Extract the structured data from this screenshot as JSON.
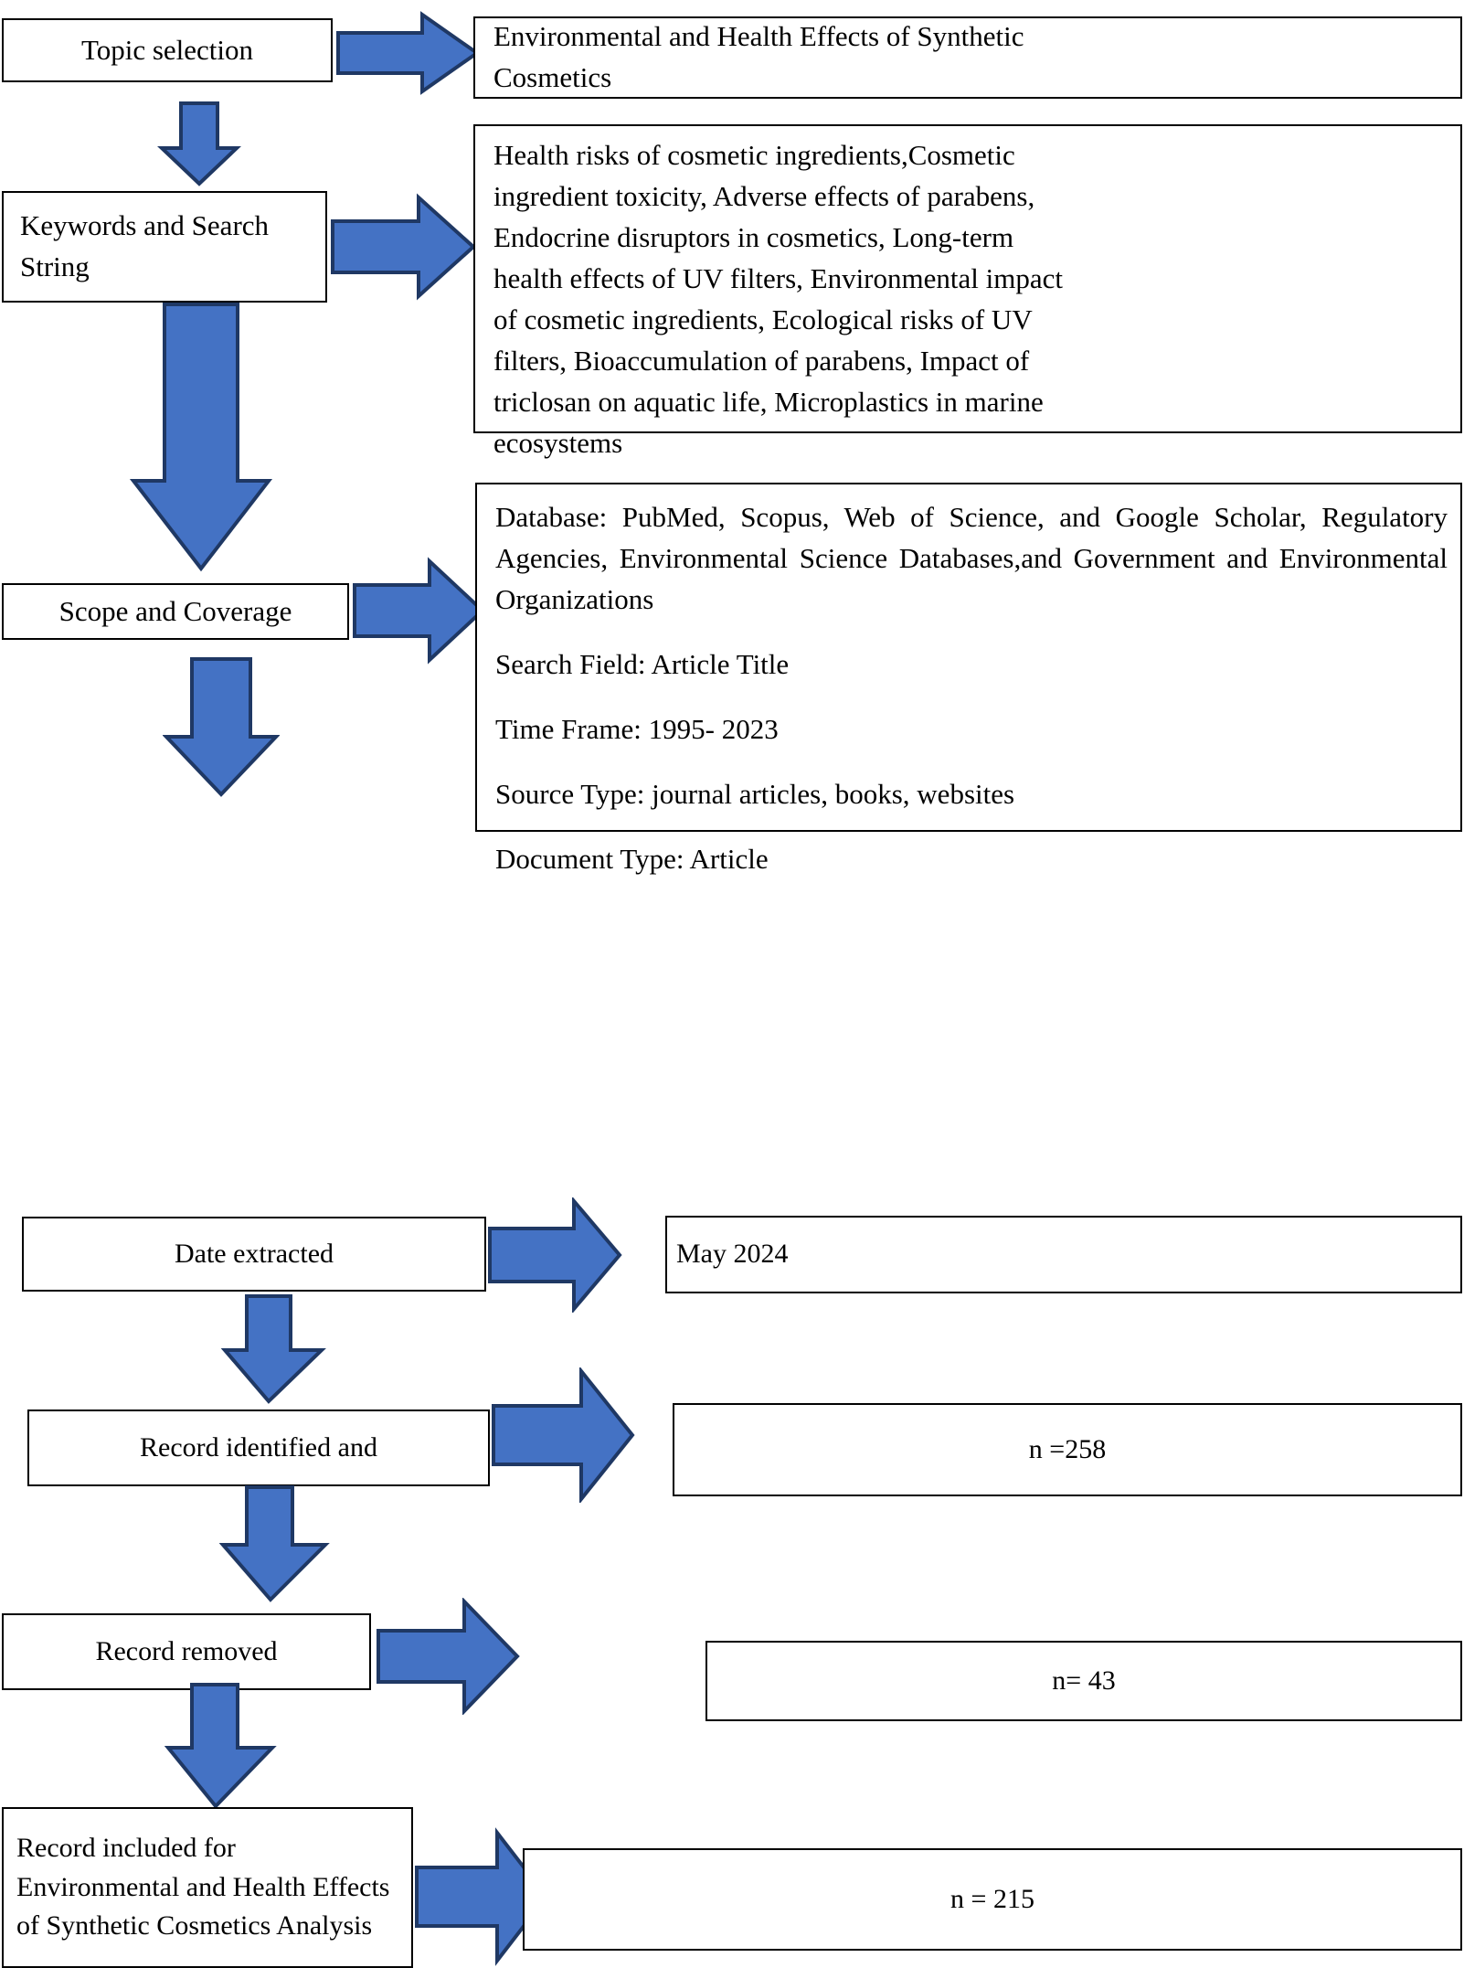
{
  "diagram": {
    "title": "PRISMA-style literature search flow diagram",
    "colors": {
      "arrow_fill": "#4472C4",
      "arrow_stroke": "#1F3864",
      "box_border": "#000000",
      "box_background": "#FFFFFF",
      "text": "#000000"
    },
    "steps": [
      {
        "id": "topic-selection",
        "label": "Topic selection",
        "result_lines": [
          "Environmental and Health Effects of Synthetic",
          "Cosmetics"
        ]
      },
      {
        "id": "keywords-and-search-string",
        "label_lines": [
          "Keywords and  Search",
          "String"
        ],
        "result_lines": [
          "Health risks of cosmetic ingredients,Cosmetic",
          "ingredient toxicity, Adverse effects of parabens,",
          "Endocrine disruptors in cosmetics, Long-term",
          "health effects of UV filters, Environmental impact",
          "of cosmetic ingredients, Ecological risks of UV",
          "filters, Bioaccumulation of parabens, Impact of",
          "triclosan on aquatic life, Microplastics in marine",
          "ecosystems"
        ]
      },
      {
        "id": "scope-and-coverage",
        "label": "Scope and  Coverage",
        "result_paragraphs": [
          "Database: PubMed, Scopus, Web of Science, and Google Scholar, Regulatory Agencies, Environmental Science Databases,and Government and Environmental Organizations",
          "Search Field: Article Title",
          "Time Frame: 1995- 2023",
          "Source Type: journal articles, books, websites",
          "Document Type: Article"
        ]
      },
      {
        "id": "date-extracted",
        "label": "Date extracted",
        "result": "May  2024"
      },
      {
        "id": "record-identified",
        "label": "Record identified and",
        "result": "n =258"
      },
      {
        "id": "record-removed",
        "label": "Record removed",
        "result": "n= 43"
      },
      {
        "id": "record-included",
        "label_lines": [
          "Record included for",
          "Environmental and Health Effects",
          "of Synthetic Cosmetics   Analysis"
        ],
        "result": "n = 215"
      }
    ],
    "arrows": {
      "right_arrow_name": "right-arrow-icon",
      "down_arrow_name": "down-arrow-icon"
    }
  }
}
